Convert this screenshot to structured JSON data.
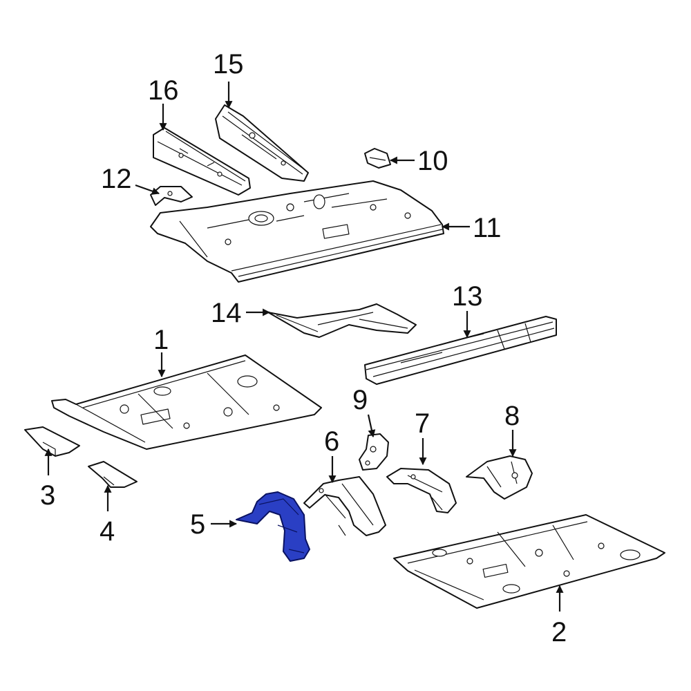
{
  "diagram": {
    "accent_color": "#2a3fc4",
    "highlighted_callout": "5",
    "callouts": [
      {
        "id": "1",
        "label": "1"
      },
      {
        "id": "2",
        "label": "2"
      },
      {
        "id": "3",
        "label": "3"
      },
      {
        "id": "4",
        "label": "4"
      },
      {
        "id": "5",
        "label": "5"
      },
      {
        "id": "6",
        "label": "6"
      },
      {
        "id": "7",
        "label": "7"
      },
      {
        "id": "8",
        "label": "8"
      },
      {
        "id": "9",
        "label": "9"
      },
      {
        "id": "10",
        "label": "10"
      },
      {
        "id": "11",
        "label": "11"
      },
      {
        "id": "12",
        "label": "12"
      },
      {
        "id": "13",
        "label": "13"
      },
      {
        "id": "14",
        "label": "14"
      },
      {
        "id": "15",
        "label": "15"
      },
      {
        "id": "16",
        "label": "16"
      }
    ]
  }
}
